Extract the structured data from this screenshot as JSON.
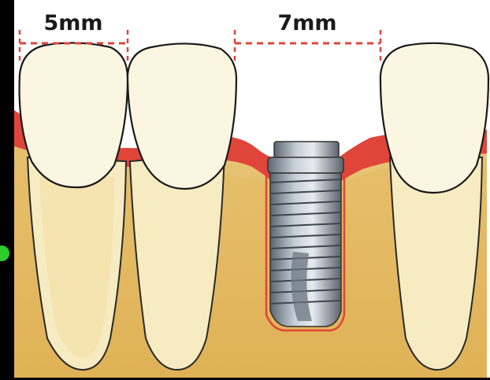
{
  "measurements": [
    {
      "label": "5mm"
    },
    {
      "label": "7mm"
    }
  ],
  "colors": {
    "frame": "#000000",
    "bone": "#d9a94a",
    "bone_light": "#e8c070",
    "crown": "#fbf6e1",
    "root": "#f5e5b5",
    "gum": "#e0453a",
    "dashed_line": "#e0453a",
    "implant": "#8c98a6",
    "sky": "#ffffff"
  },
  "icons": {
    "marker": "green-circle-marker"
  }
}
